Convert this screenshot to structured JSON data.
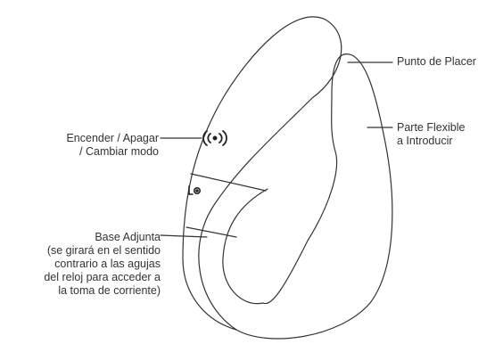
{
  "labels": {
    "punto_de_placer": "Punto de Placer",
    "parte_flexible": "Parte Flexible\na Introducir",
    "encender": "Encender / Apagar\n/ Cambiar modo",
    "base_adjunta": "Base Adjunta\n(se girará en el sentido\ncontrario a las agujas\ndel reloj para acceder a\nla toma de corriente)",
    "power_button_symbol": "L◉"
  },
  "icons": {
    "wireless": "wireless-signal-icon"
  },
  "colors": {
    "outline": "#333333",
    "text": "#333333",
    "background": "#ffffff"
  }
}
